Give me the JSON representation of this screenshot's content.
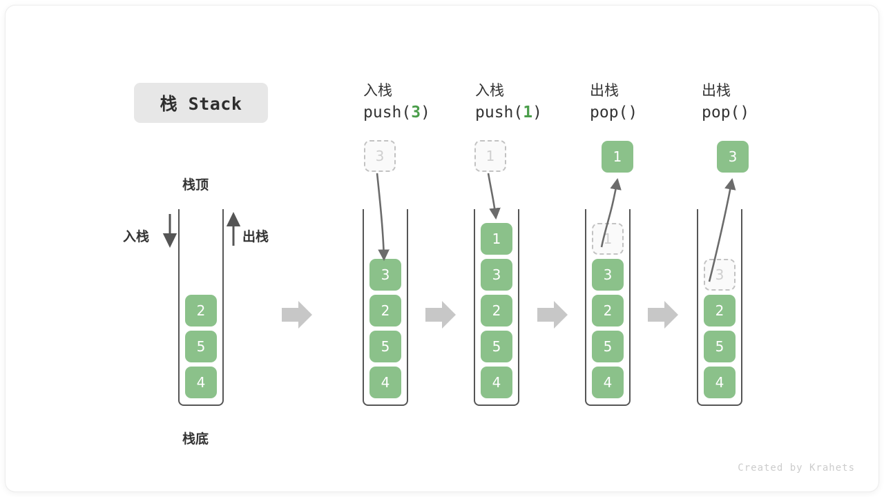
{
  "title": {
    "text": "栈 Stack"
  },
  "colors": {
    "cell_fill": "#8bc18a",
    "cell_text": "#ffffff",
    "ghost_fill": "#fafafa",
    "ghost_border": "#c2c2c2",
    "ghost_text": "#cfcfcf",
    "wall": "#555555",
    "arrow": "#6b6b6b",
    "step_arrow": "#c7c7c7",
    "accent_green": "#4a9d4a",
    "chip_bg": "#e7e7e7"
  },
  "legend": {
    "top_label": "栈顶",
    "bottom_label": "栈底",
    "push_label": "入栈",
    "pop_label": "出栈"
  },
  "columns": [
    {
      "id": "initial",
      "head_cn": "",
      "head_code": "",
      "stack": [
        "2",
        "5",
        "4"
      ],
      "floating": null,
      "ghost_in_stack": null
    },
    {
      "id": "push-3",
      "head_cn": "入栈",
      "head_code_prefix": "push(",
      "head_code_arg": "3",
      "head_code_suffix": ")",
      "stack": [
        "3",
        "2",
        "5",
        "4"
      ],
      "floating": {
        "value": "3",
        "style": "ghost"
      },
      "arrow_direction": "down"
    },
    {
      "id": "push-1",
      "head_cn": "入栈",
      "head_code_prefix": "push(",
      "head_code_arg": "1",
      "head_code_suffix": ")",
      "stack": [
        "1",
        "3",
        "2",
        "5",
        "4"
      ],
      "floating": {
        "value": "1",
        "style": "ghost"
      },
      "arrow_direction": "down"
    },
    {
      "id": "pop-1",
      "head_cn": "出栈",
      "head_code_prefix": "pop(",
      "head_code_arg": "",
      "head_code_suffix": ")",
      "stack": [
        "1",
        "3",
        "2",
        "5",
        "4"
      ],
      "ghost_index": 0,
      "floating": {
        "value": "1",
        "style": "solid"
      },
      "arrow_direction": "up"
    },
    {
      "id": "pop-2",
      "head_cn": "出栈",
      "head_code_prefix": "pop(",
      "head_code_arg": "",
      "head_code_suffix": ")",
      "stack": [
        "3",
        "2",
        "5",
        "4"
      ],
      "ghost_index": 0,
      "floating": {
        "value": "3",
        "style": "solid"
      },
      "arrow_direction": "up"
    }
  ],
  "watermark": {
    "text": "Created by Krahets"
  }
}
